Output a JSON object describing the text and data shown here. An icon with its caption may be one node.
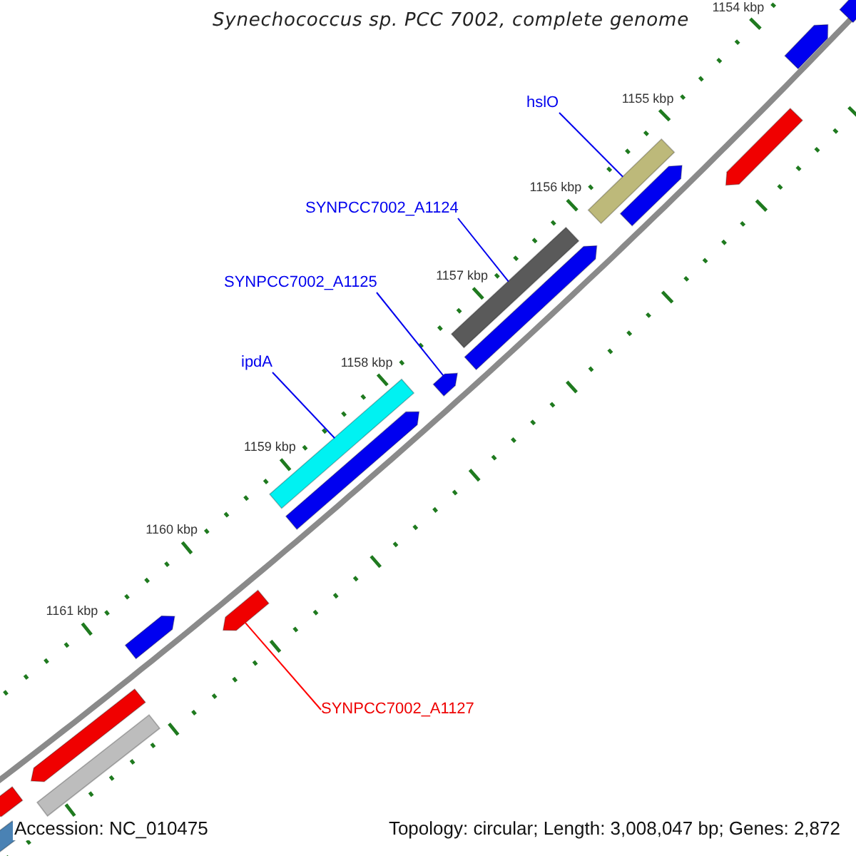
{
  "diagram": {
    "title": "Synechococcus sp. PCC 7002, complete genome",
    "nodes": [
      {
        "text": [
          "hslO"
        ]
      },
      {
        "text": [],
        "shape": "bar"
      },
      {
        "text": [
          "SYNPCC7002_A1124"
        ]
      },
      {
        "text": [],
        "shape": "bar"
      },
      {
        "text": [
          "SYNPCC7002_A1125"
        ]
      },
      {
        "text": [],
        "shape": "arrow"
      },
      {
        "text": [
          "ipdA"
        ]
      },
      {
        "text": [],
        "shape": "bar"
      },
      {
        "text": [
          "SYNPCC7002_A1127"
        ]
      },
      {
        "text": [],
        "shape": "arrow"
      }
    ],
    "edges": [
      {
        "from": 0,
        "to": 1,
        "arrow": "none"
      },
      {
        "from": 2,
        "to": 3,
        "arrow": "none"
      },
      {
        "from": 4,
        "to": 5,
        "arrow": "none"
      },
      {
        "from": 6,
        "to": 7,
        "arrow": "none"
      },
      {
        "from": 9,
        "to": 8,
        "arrow": "none",
        "color": "#ff0000"
      }
    ],
    "labels": [
      "1154 kbp",
      "1155 kbp",
      "1156 kbp",
      "1157 kbp",
      "1158 kbp",
      "1159 kbp",
      "1160 kbp",
      "1161 kbp",
      "Accession: NC_010475",
      "Topology: circular; Length: 3,008,047 bp; Genes: 2,872"
    ]
  }
}
